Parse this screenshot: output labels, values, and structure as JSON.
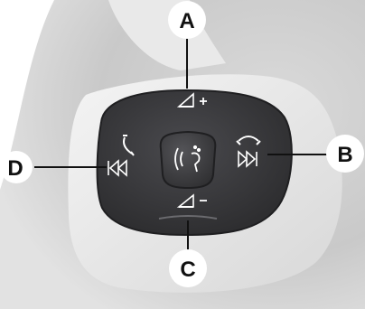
{
  "callouts": {
    "A": {
      "label": "A"
    },
    "B": {
      "label": "B"
    },
    "C": {
      "label": "C"
    },
    "D": {
      "label": "D"
    }
  },
  "controls": {
    "volume_up": {
      "icon": "volume-up-icon"
    },
    "volume_down": {
      "icon": "volume-down-icon"
    },
    "voice": {
      "icon": "voice-command-icon"
    },
    "phone_end_next": {
      "icons": [
        "phone-hangup-icon",
        "skip-forward-icon"
      ]
    },
    "phone_accept_prev": {
      "icons": [
        "phone-accept-icon",
        "skip-back-icon"
      ]
    }
  },
  "colors": {
    "pad": "#3a3a3d",
    "pad_edge": "#1f1f21",
    "wheel_trim": "#e6e6e6",
    "background_shade": "#d4d4d4",
    "icon": "#ffffff",
    "callout_circle": "#ffffff",
    "callout_text": "#111111"
  }
}
